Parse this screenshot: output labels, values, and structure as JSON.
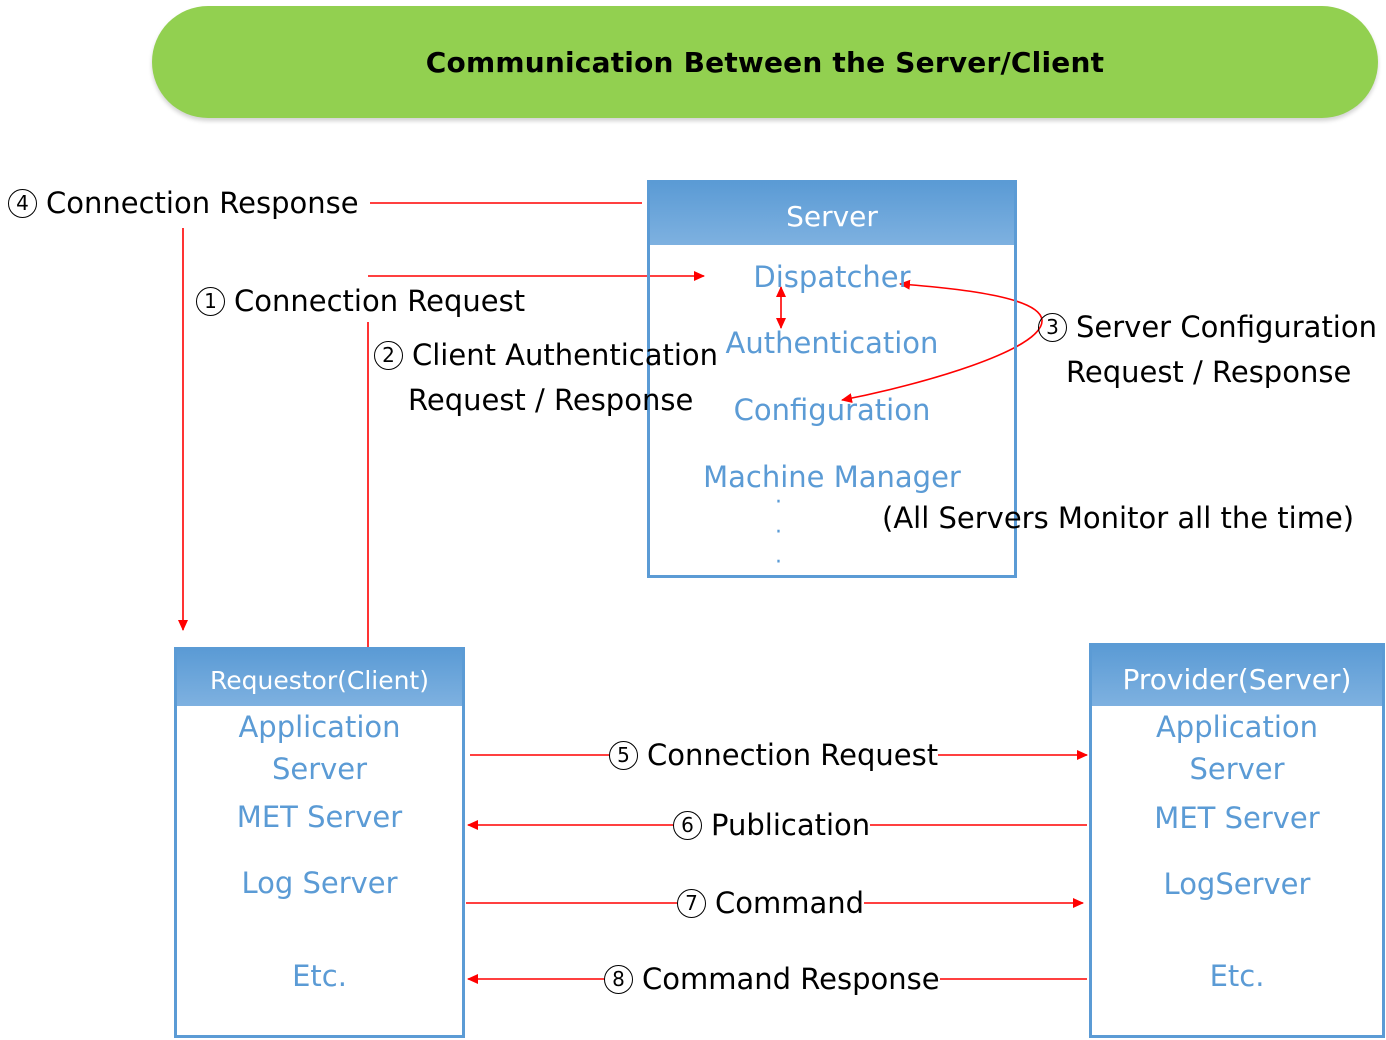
{
  "title": "Communication Between the Server/Client",
  "server": {
    "header": "Server",
    "items": [
      "Dispatcher",
      "Authentication",
      "Configuration",
      "Machine Manager"
    ],
    "monitor_note": "(All Servers Monitor all the time)"
  },
  "requestor": {
    "header": "Requestor(Client)",
    "items": [
      "Application\nServer",
      "MET Server",
      "Log Server",
      "Etc."
    ]
  },
  "provider": {
    "header": "Provider(Server)",
    "items": [
      "Application\nServer",
      "MET Server",
      "LogServer",
      "Etc."
    ]
  },
  "steps": [
    {
      "num": "1",
      "label": "Connection Request"
    },
    {
      "num": "2",
      "label": "Client Authentication",
      "label2": "Request / Response"
    },
    {
      "num": "3",
      "label": "Server Configuration",
      "label2": "Request / Response"
    },
    {
      "num": "4",
      "label": "Connection Response"
    },
    {
      "num": "5",
      "label": "Connection Request"
    },
    {
      "num": "6",
      "label": "Publication"
    },
    {
      "num": "7",
      "label": "Command"
    },
    {
      "num": "8",
      "label": "Command Response"
    }
  ],
  "colors": {
    "banner": "#92d050",
    "box_border": "#5b9bd5",
    "box_text": "#5b9bd5",
    "arrow": "#ff0000"
  }
}
